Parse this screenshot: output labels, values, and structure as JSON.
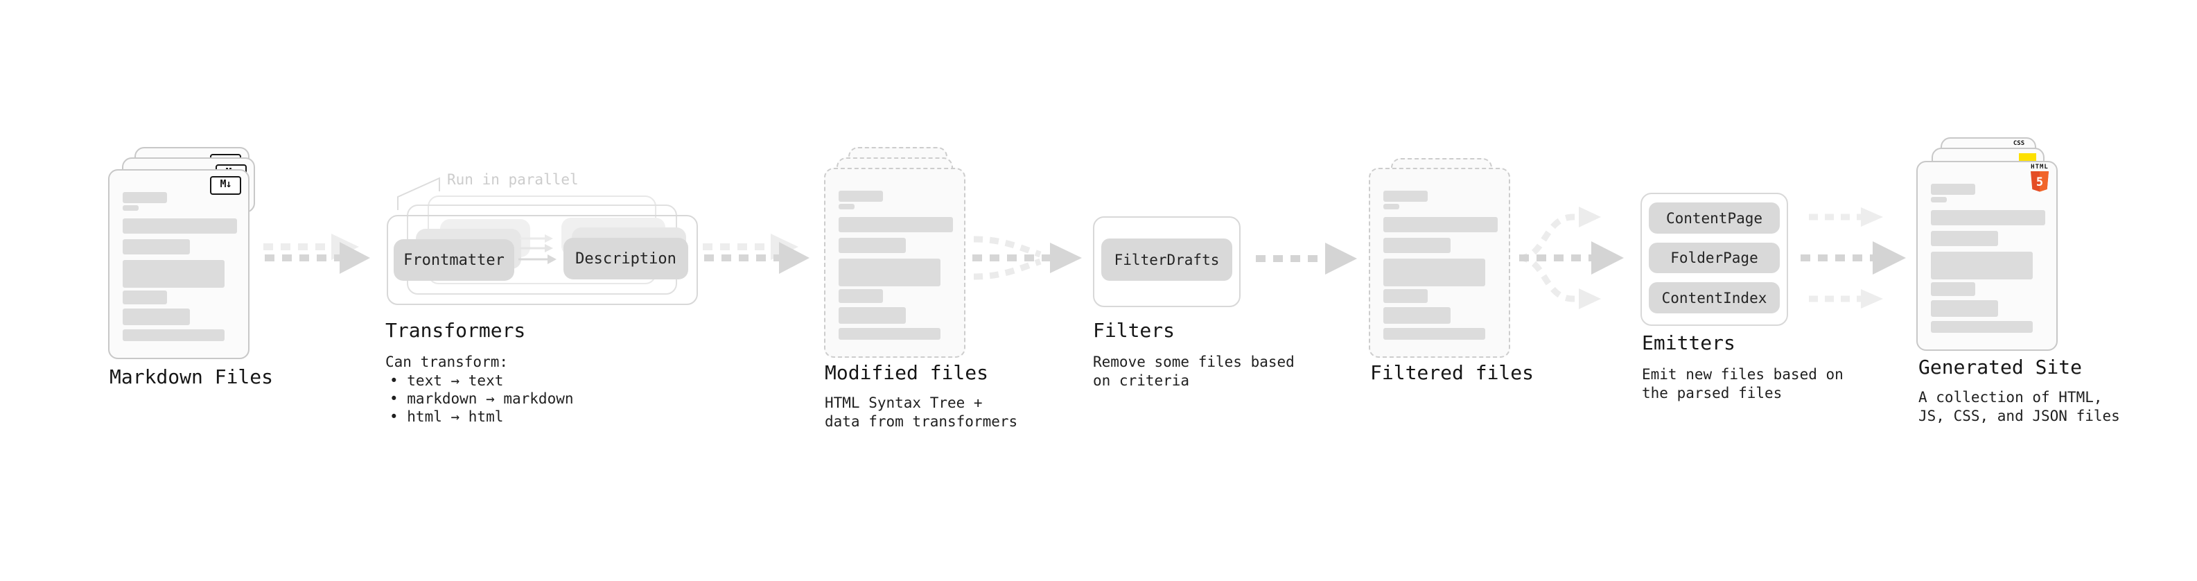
{
  "stages": {
    "markdown": {
      "title": "Markdown Files",
      "icon_label": "M↓"
    },
    "transformers": {
      "title": "Transformers",
      "callout": "Run in parallel",
      "desc": "Can transform:",
      "bullets": [
        "• text → text",
        "• markdown → markdown",
        "• html → html"
      ],
      "source_button": "Frontmatter",
      "target_button": "Description"
    },
    "modified": {
      "title": "Modified files",
      "desc": "HTML Syntax Tree +\ndata from transformers"
    },
    "filters": {
      "title": "Filters",
      "desc": "Remove some files based\non criteria",
      "button": "FilterDrafts"
    },
    "filtered": {
      "title": "Filtered files"
    },
    "emitters": {
      "title": "Emitters",
      "desc": "Emit new files based on\nthe parsed files",
      "buttons": [
        "ContentPage",
        "FolderPage",
        "ContentIndex"
      ]
    },
    "site": {
      "title": "Generated Site",
      "desc": "A collection of HTML,\nJS, CSS, and JSON files",
      "badges": {
        "css": "CSS",
        "html_word": "HTML",
        "html_five": "5"
      }
    }
  },
  "colors": {
    "text": "#1b1b1b",
    "callout_muted": "#cccccc",
    "node_fill": "#d9d9d9",
    "doc_border": "#c8c8c8",
    "bar_fill": "#dcdcdc",
    "arrow": "#d5d5d5",
    "arrow_light": "#ededed",
    "html5_orange": "#e44d26",
    "html5_orange_light": "#f16529",
    "js_yellow": "#fde000",
    "css_blue": "#2965f1"
  }
}
